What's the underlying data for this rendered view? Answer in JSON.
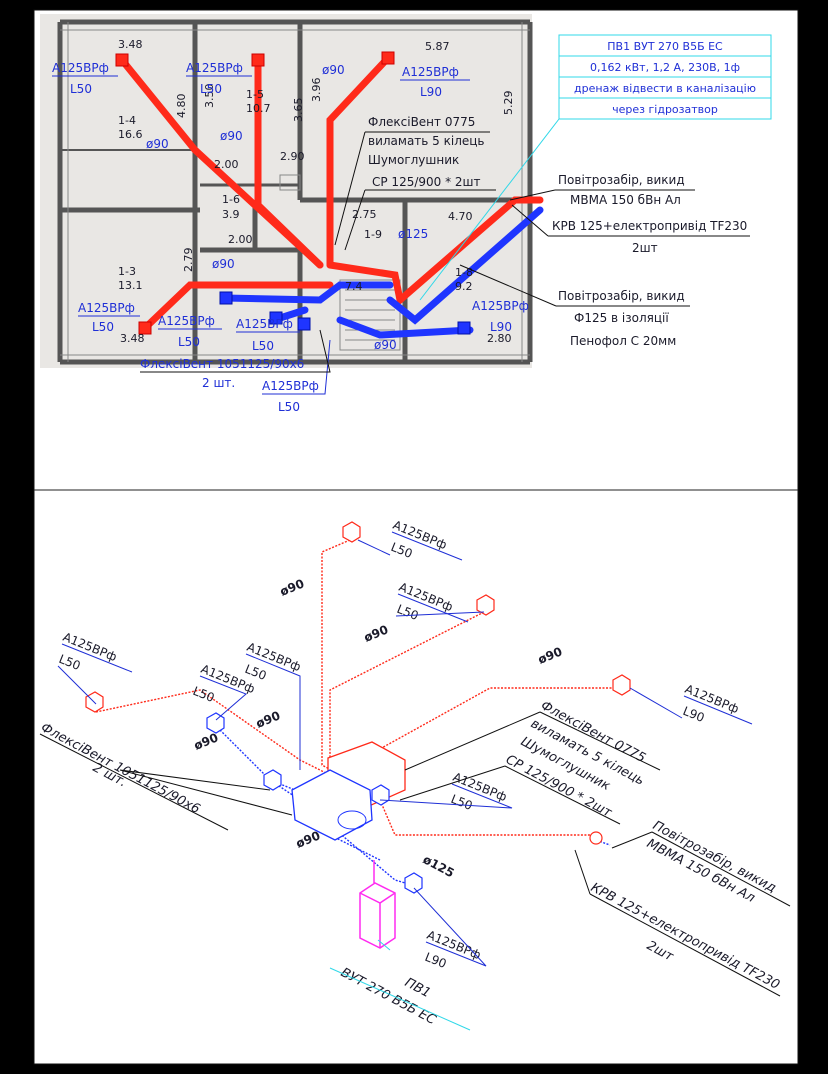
{
  "plan": {
    "unit_box": {
      "title": "ПВ1 ВУТ 270 В5Б ЕС",
      "specs": "0,162 кВт, 1,2 А, 230В, 1ф",
      "drain": "дренаж відвести в каналізацію",
      "trap": "через гідрозатвор"
    },
    "dim_labels": [
      "3.48",
      "5.87",
      "1-4",
      "16.6",
      "4.80",
      "3.50",
      "1-5",
      "10.7",
      "3.65",
      "3.96",
      "5.29",
      "2.00",
      "2.90",
      "1-6",
      "3.9",
      "2.00",
      "1-3",
      "13.1",
      "2.79",
      "3.48",
      "2.75",
      "4.70",
      "1-9",
      "1-8",
      "9.2",
      "2.80",
      "7.4"
    ],
    "valve_labels": [
      {
        "name": "А125ВРф",
        "size": "L50"
      },
      {
        "name": "А125ВРф",
        "size": "L50"
      },
      {
        "name": "А125ВРф",
        "size": "L90"
      },
      {
        "name": "А125ВРф",
        "size": "L50"
      },
      {
        "name": "А125ВРф",
        "size": "L50"
      },
      {
        "name": "А125ВРф",
        "size": "L50"
      },
      {
        "name": "А125ВРф",
        "size": "L50"
      },
      {
        "name": "А125ВРф",
        "size": "L90"
      }
    ],
    "diameter_labels": [
      "ø90",
      "ø90",
      "ø90",
      "ø90",
      "ø125",
      "ø90"
    ],
    "flex_note": {
      "l1": "ФлексіВент 0775",
      "l2": "виламать 5 кілець",
      "l3": "Шумоглушник",
      "l4": "СР 125/900 * 2шт"
    },
    "intake_note": {
      "l1": "Повітрозабір, викид",
      "l2": "МВМА 150 бВн Ал",
      "l3": "КРВ 125+електропривід TF230",
      "l4": "2шт"
    },
    "intake2_note": {
      "l1": "Повітрозабір, викид",
      "l2": "Ф125 в ізоляції",
      "l3": "Пенофол С 20мм"
    },
    "flexivent_note": {
      "l1": "ФлексіВент 1051125/90х6",
      "l2": "2 шт."
    }
  },
  "iso": {
    "valve_labels": [
      {
        "name": "А125ВРф",
        "size": "L50"
      },
      {
        "name": "А125ВРф",
        "size": "L50"
      },
      {
        "name": "А125ВРф",
        "size": "L50"
      },
      {
        "name": "А125ВРф",
        "size": "L50"
      },
      {
        "name": "А125ВРф",
        "size": "L50"
      },
      {
        "name": "А125ВРф",
        "size": "L90"
      },
      {
        "name": "А125ВРф",
        "size": "L50"
      },
      {
        "name": "А125ВРф",
        "size": "L90"
      }
    ],
    "diameter_labels": [
      "ø90",
      "ø90",
      "ø90",
      "ø90",
      "ø90",
      "ø90",
      "ø125"
    ],
    "flex_note": {
      "l1": "ФлексіВент 0775",
      "l2": "виламать 5 кілець",
      "l3": "Шумоглушник",
      "l4": "СР 125/900 * 2шт"
    },
    "intake_note": {
      "l1": "Повітрозабір, викид",
      "l2": "МВМА 150 бВн Ал",
      "l3": "КРВ 125+електропривід TF230",
      "l4": "2шт"
    },
    "flexivent_note": {
      "l1": "ФлексіВент 1051125/90х6",
      "l2": "2 шт."
    },
    "unit_note": {
      "l1": "ПВ1",
      "l2": "ВУТ 270 В5Б ЕС"
    }
  },
  "colors": {
    "supply": "#ff2a1a",
    "extract": "#1f35ff",
    "label": "#1f2fd6",
    "cyan": "#30d8e8",
    "magenta": "#ff2cf0"
  }
}
